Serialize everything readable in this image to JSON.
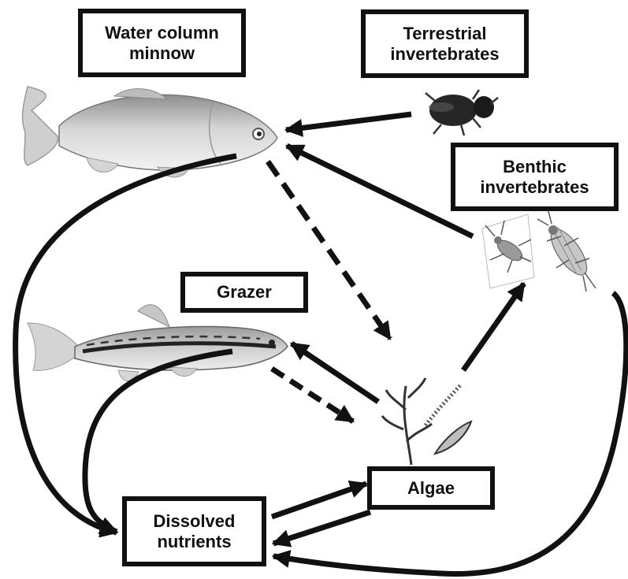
{
  "nodes": {
    "water_column_minnow": "Water column\nminnow",
    "terrestrial_invertebrates": "Terrestrial\ninvertebrates",
    "benthic_invertebrates": "Benthic\ninvertebrates",
    "grazer": "Grazer",
    "algae": "Algae",
    "dissolved_nutrients": "Dissolved\nnutrients"
  },
  "images": {
    "minnow": "minnow-fish-illustration",
    "beetle": "beetle-illustration",
    "benthic": "benthic-insect-larvae-illustration",
    "grazer_fish": "grazer-fish-illustration",
    "algae": "algae-illustration"
  },
  "edges": [
    {
      "from": "terrestrial_invertebrates",
      "to": "water_column_minnow",
      "style": "solid"
    },
    {
      "from": "benthic_invertebrates",
      "to": "water_column_minnow",
      "style": "solid"
    },
    {
      "from": "water_column_minnow",
      "to": "algae",
      "style": "dashed"
    },
    {
      "from": "algae",
      "to": "benthic_invertebrates",
      "style": "solid"
    },
    {
      "from": "algae",
      "to": "grazer",
      "style": "solid"
    },
    {
      "from": "grazer",
      "to": "algae",
      "style": "dashed"
    },
    {
      "from": "water_column_minnow",
      "to": "dissolved_nutrients",
      "style": "solid"
    },
    {
      "from": "grazer",
      "to": "dissolved_nutrients",
      "style": "solid"
    },
    {
      "from": "dissolved_nutrients",
      "to": "algae",
      "style": "solid"
    },
    {
      "from": "algae",
      "to": "dissolved_nutrients",
      "style": "solid"
    },
    {
      "from": "benthic_invertebrates",
      "to": "dissolved_nutrients",
      "style": "solid"
    }
  ],
  "colors": {
    "ink": "#111111",
    "fish_body": "#bdbdbd",
    "background": "#ffffff"
  }
}
